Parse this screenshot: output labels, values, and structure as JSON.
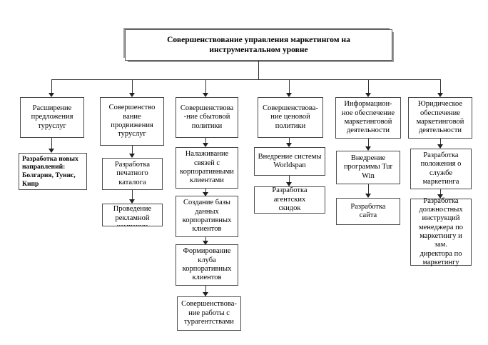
{
  "diagram": {
    "title": "Совершенствование управления маркетингом на\nинструментальном уровне",
    "branches": [
      {
        "header": "Расширение\nпредложения\nтуруслуг",
        "steps": [
          "Разработка новых\nнаправлений:\nБолгария, Тунис,\nКипр"
        ]
      },
      {
        "header": "Совершенство\nвание\nпродвижения\nтуруслуг",
        "steps": [
          "Разработка\nпечатного\nкаталога",
          "Проведение\nрекламной\nкампании"
        ]
      },
      {
        "header": "Совершенствова\n-ние сбытовой\nполитики",
        "steps": [
          "Налаживание\nсвязей с\nкорпоративными\nклиентами",
          "Создание базы\nданных\nкорпоративных\nклиентов",
          "Формирование\nклуба\nкорпоративных\nклиентов",
          "Совершенствова-\nние работы с\nтурагентствами"
        ]
      },
      {
        "header": "Совершенствова-\nние ценовой\nполитики",
        "steps": [
          "Внедрение системы\nWorldspan",
          "Разработка агентских\nскидок"
        ]
      },
      {
        "header": "Информацион-\nное обеспечение\nмаркетинговой\nдеятельности",
        "steps": [
          "Внедрение\nпрограммы Tur\nWin",
          "Разработка\nсайта"
        ]
      },
      {
        "header": "Юридическое\nобеспечение\nмаркетинговой\nдеятельности",
        "steps": [
          "Разработка\nположения о\nслужбе\nмаркетинга",
          "Разработка\nдолжностных\nинструкций\nменеджера по\nмаркетингу и зам.\nдиректора по\nмаркетингу"
        ]
      }
    ]
  },
  "colors": {
    "box_border": "#4a4a4a",
    "connector": "#333333",
    "title_shadow": "#9a9a9a",
    "background": "#ffffff"
  }
}
